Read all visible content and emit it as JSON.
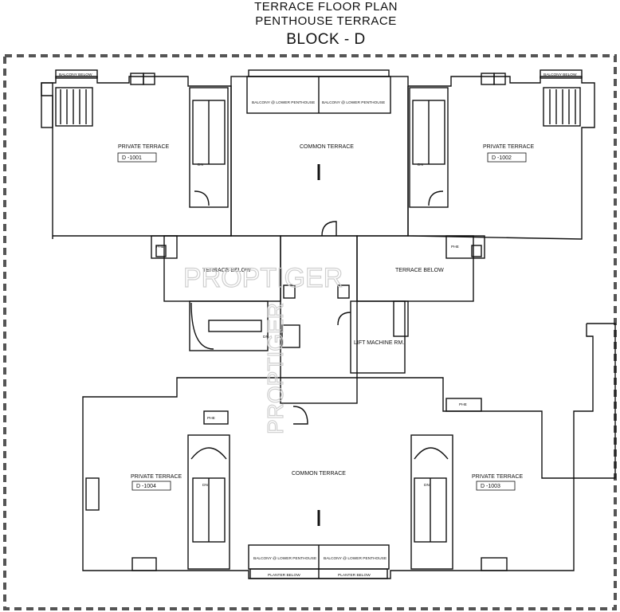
{
  "titles": {
    "line1": "TERRACE FLOOR PLAN",
    "line2": "PENTHOUSE  TERRACE",
    "line3": "BLOCK - D"
  },
  "labels": {
    "private_terrace": "PRIVATE TERRACE",
    "common_terrace": "COMMON TERRACE",
    "terrace_below": "TERRACE BELOW",
    "lift_machine_room": "LIFT MACHINE RM.",
    "balcony_below": "BALCONY BELOW",
    "balcony_lower_penthouse": "BALCONY @ LOWER PENTHOUSE",
    "planter_below": "PLANTER BELOW",
    "shaft": "PHE",
    "down": "DN"
  },
  "units": {
    "u1001": "D -1001",
    "u1002": "D -1002",
    "u1003": "D -1003",
    "u1004": "D -1004"
  },
  "watermark": "PROPTIGER"
}
